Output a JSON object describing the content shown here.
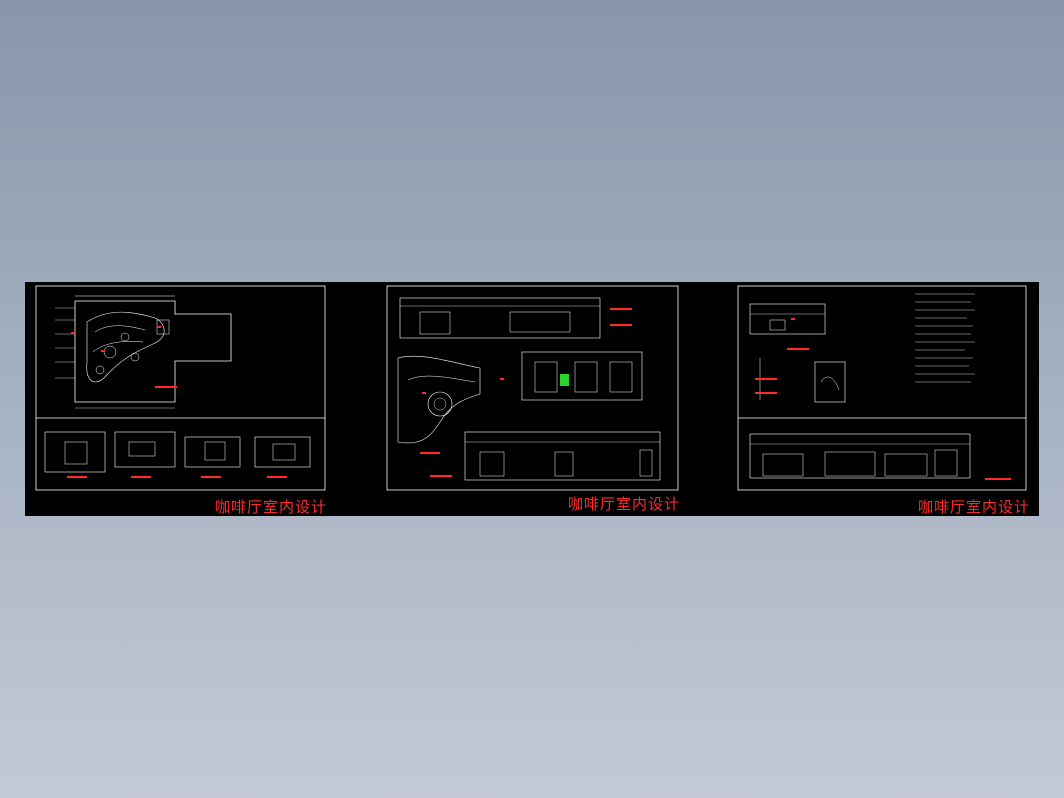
{
  "sheets": [
    {
      "title": "咖啡厅室内设计",
      "title_color": "#ff2a2a"
    },
    {
      "title": "咖啡厅室内设计",
      "title_color": "#ff2a2a"
    },
    {
      "title": "咖啡厅室内设计",
      "title_color": "#ff2a2a"
    }
  ],
  "colors": {
    "background_top": "#8796aa",
    "background_bottom": "#c3cad6",
    "canvas": "#000000",
    "linework": "#ffffff",
    "annotation": "#ff2a2a",
    "highlight": "#2bd42b"
  }
}
